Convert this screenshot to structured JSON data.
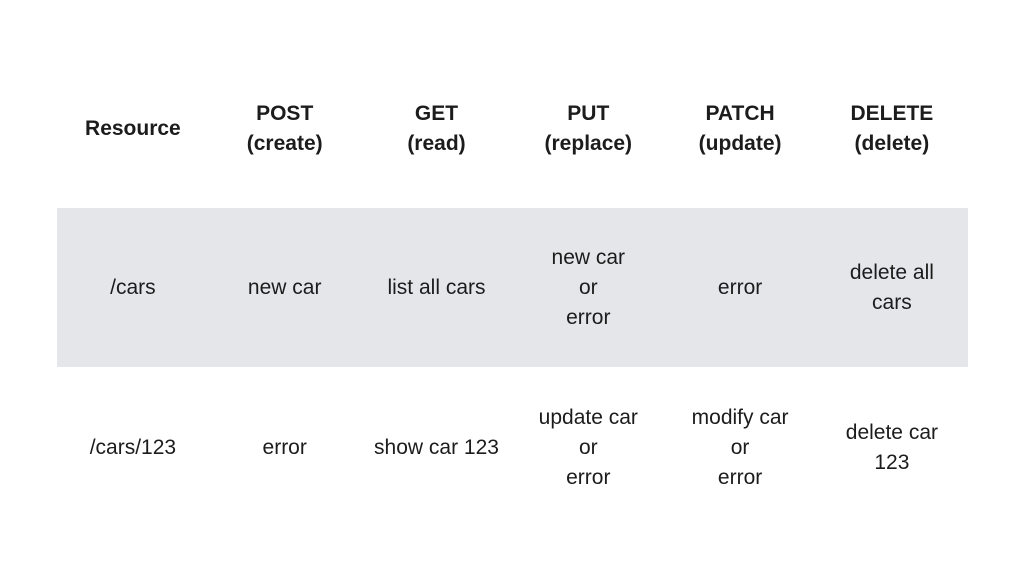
{
  "table": {
    "headers": [
      "Resource",
      "POST\n(create)",
      "GET\n(read)",
      "PUT\n(replace)",
      "PATCH\n(update)",
      "DELETE\n(delete)"
    ],
    "rows": [
      [
        "/cars",
        "new car",
        "list all cars",
        "new car\nor\nerror",
        "error",
        "delete all\ncars"
      ],
      [
        "/cars/123",
        "error",
        "show car 123",
        "update car\nor\nerror",
        "modify car\nor\nerror",
        "delete car\n123"
      ]
    ]
  }
}
